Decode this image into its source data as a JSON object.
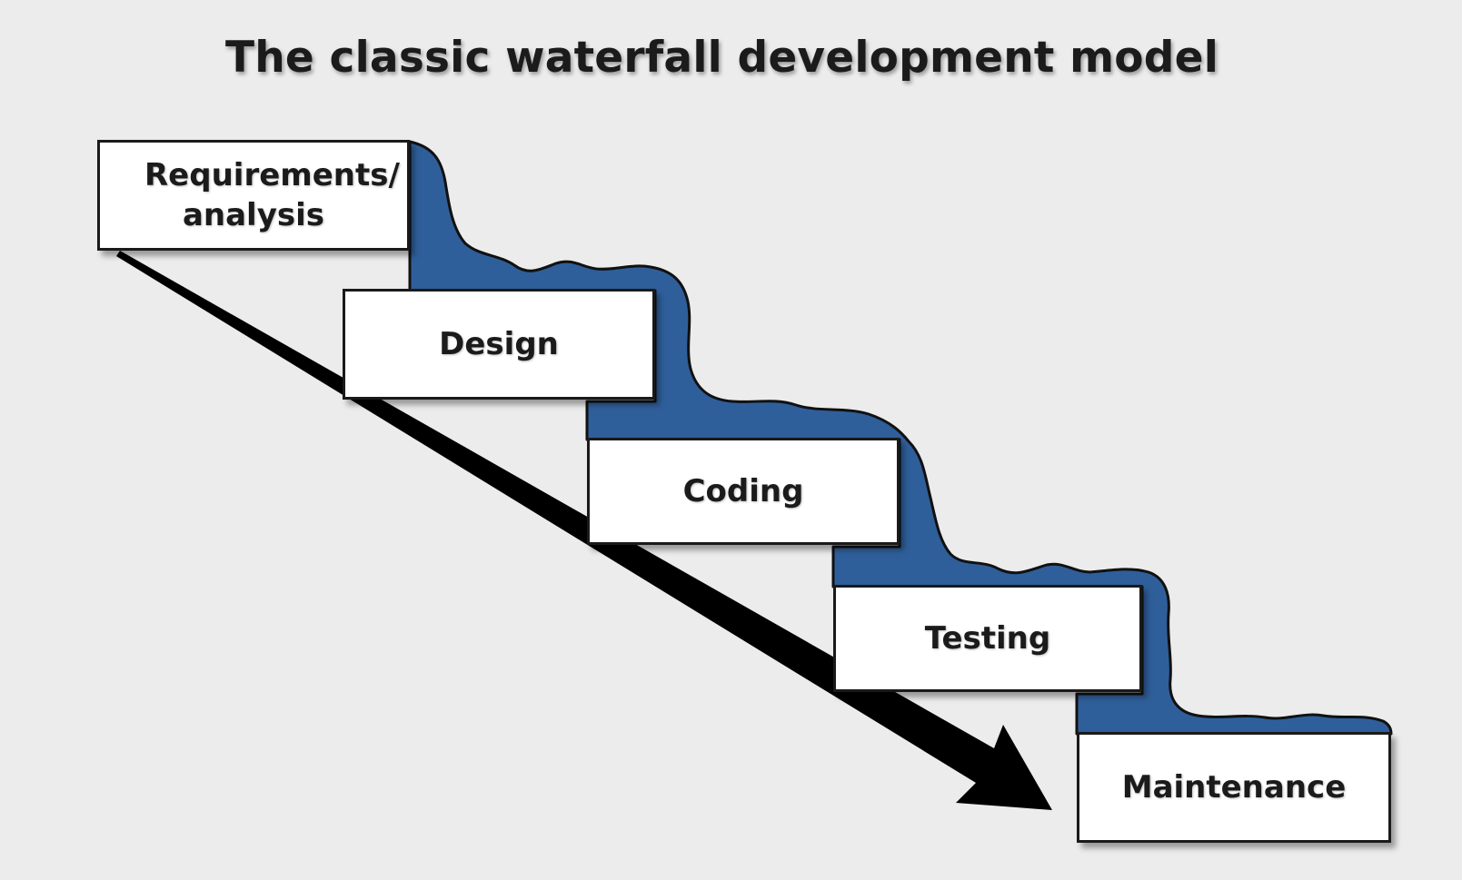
{
  "title": "The classic waterfall development model",
  "steps": [
    {
      "label": "Requirements/ analysis"
    },
    {
      "label": "Design"
    },
    {
      "label": "Coding"
    },
    {
      "label": "Testing"
    },
    {
      "label": "Maintenance"
    }
  ],
  "colors": {
    "background": "#ececec",
    "water": "#2f5f9a",
    "box_fill": "#ffffff",
    "outline": "#1a1a1a",
    "arrow": "#000000"
  }
}
